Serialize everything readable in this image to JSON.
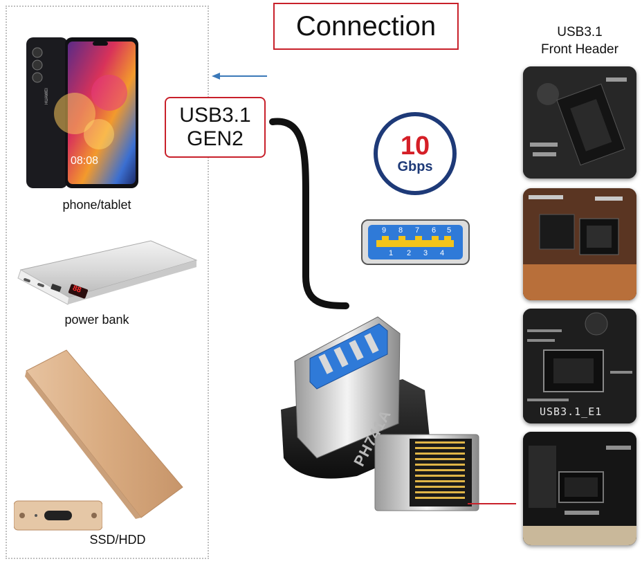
{
  "title": "Connection",
  "usb_label": {
    "line1": "USB3.1",
    "line2": "GEN2"
  },
  "speed": {
    "value": "10",
    "unit": "Gbps"
  },
  "header_label": {
    "line1": "USB3.1",
    "line2": "Front Header"
  },
  "devices": [
    {
      "label": "phone/tablet",
      "icon": "smartphone-icon"
    },
    {
      "label": "power bank",
      "icon": "power-bank-icon"
    },
    {
      "label": "SSD/HDD",
      "icon": "ssd-enclosure-icon"
    }
  ],
  "phone_screen": {
    "brand": "HUAWEI",
    "time": "08:08"
  },
  "power_bank_display": "88",
  "port_pins": {
    "top": [
      "9",
      "8",
      "7",
      "6",
      "5"
    ],
    "bottom": [
      "1",
      "2",
      "3",
      "4"
    ]
  },
  "adapter_marking": "PH741A",
  "motherboard_marking": "USB3.1_E1",
  "colors": {
    "accent_red": "#c8202a",
    "badge_blue": "#1e3a78",
    "usb_blue": "#2f7ad8"
  }
}
